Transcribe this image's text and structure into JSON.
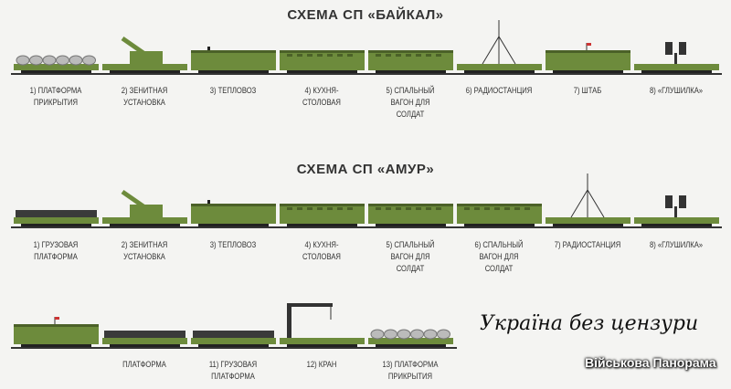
{
  "colors": {
    "car": "#6d8b3c",
    "dark": "#4b6128",
    "rail": "#333333"
  },
  "rows": [
    {
      "title": "СХЕМА СП «БАЙКАЛ»",
      "cars": [
        {
          "type": "cover",
          "label": [
            "1) Платформа",
            "прикрытия"
          ]
        },
        {
          "type": "aa",
          "label": [
            "2) Зенитная",
            "установка"
          ]
        },
        {
          "type": "loco",
          "label": [
            "3) Тепловоз"
          ]
        },
        {
          "type": "wagon",
          "label": [
            "4) Кухня-",
            "столовая"
          ]
        },
        {
          "type": "wagon",
          "label": [
            "5) Спальный",
            "вагон для",
            "солдат"
          ]
        },
        {
          "type": "radio",
          "label": [
            "6) Радиостанция"
          ]
        },
        {
          "type": "hq",
          "label": [
            "7) Штаб"
          ]
        },
        {
          "type": "jammer",
          "label": [
            "8) «Глушилка»"
          ]
        }
      ]
    },
    {
      "title": "СХЕМА СП «АМУР»",
      "cars": [
        {
          "type": "cargo",
          "label": [
            "1) Грузовая",
            "платформа"
          ]
        },
        {
          "type": "aa",
          "label": [
            "2) Зенитная",
            "установка"
          ]
        },
        {
          "type": "loco",
          "label": [
            "3) Тепловоз"
          ]
        },
        {
          "type": "wagon",
          "label": [
            "4) Кухня-",
            "столовая"
          ]
        },
        {
          "type": "wagon",
          "label": [
            "5) Спальный",
            "вагон для",
            "солдат"
          ]
        },
        {
          "type": "wagon",
          "label": [
            "6) Спальный",
            "вагон для",
            "солдат"
          ]
        },
        {
          "type": "radio",
          "label": [
            "7) Радиостанция"
          ]
        },
        {
          "type": "jammer",
          "label": [
            "8) «Глушилка»"
          ]
        }
      ]
    },
    {
      "title": "",
      "cars": [
        {
          "type": "hq",
          "label": []
        },
        {
          "type": "cargo",
          "label": [
            "платформа"
          ]
        },
        {
          "type": "cargo",
          "label": [
            "11) Грузовая",
            "платформа"
          ]
        },
        {
          "type": "crane",
          "label": [
            "12) Кран"
          ]
        },
        {
          "type": "cover",
          "label": [
            "13) Платформа",
            "прикрытия"
          ]
        }
      ]
    }
  ],
  "watermarks": {
    "left": "Україна без цензури",
    "right": "Військова Панорама"
  }
}
